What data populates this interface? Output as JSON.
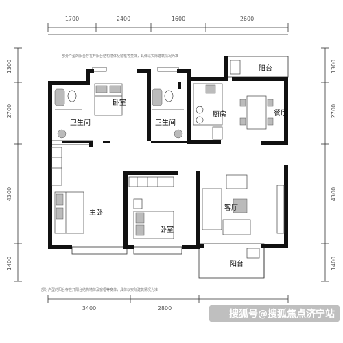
{
  "dimensions": {
    "top": [
      "1700",
      "2400",
      "1600",
      "2600"
    ],
    "bottom": [
      "3400",
      "2800"
    ],
    "left": [
      "1300",
      "2700",
      "4300",
      "1400"
    ],
    "right": [
      "1300",
      "2700",
      "4300",
      "1400"
    ]
  },
  "rooms": {
    "bedroom_top": "卧室",
    "bathroom_left": "卫生间",
    "bathroom_right": "卫生间",
    "kitchen": "厨房",
    "dining": "餐厅",
    "balcony_top": "阳台",
    "master_bedroom": "主卧",
    "bedroom_mid": "卧室",
    "living_room": "客厅",
    "balcony_bottom": "阳台"
  },
  "notes": {
    "top": "部分户型的阳台存在开阳台结构墙体及窗框等变体，具体以实际建筑情况为准",
    "bottom": "部分户型的阳台存在开阳台结构墙体及窗框等变体，具体以实际建筑情况为准"
  },
  "watermark": {
    "text": "搜狐号@搜狐焦点济宁站"
  }
}
